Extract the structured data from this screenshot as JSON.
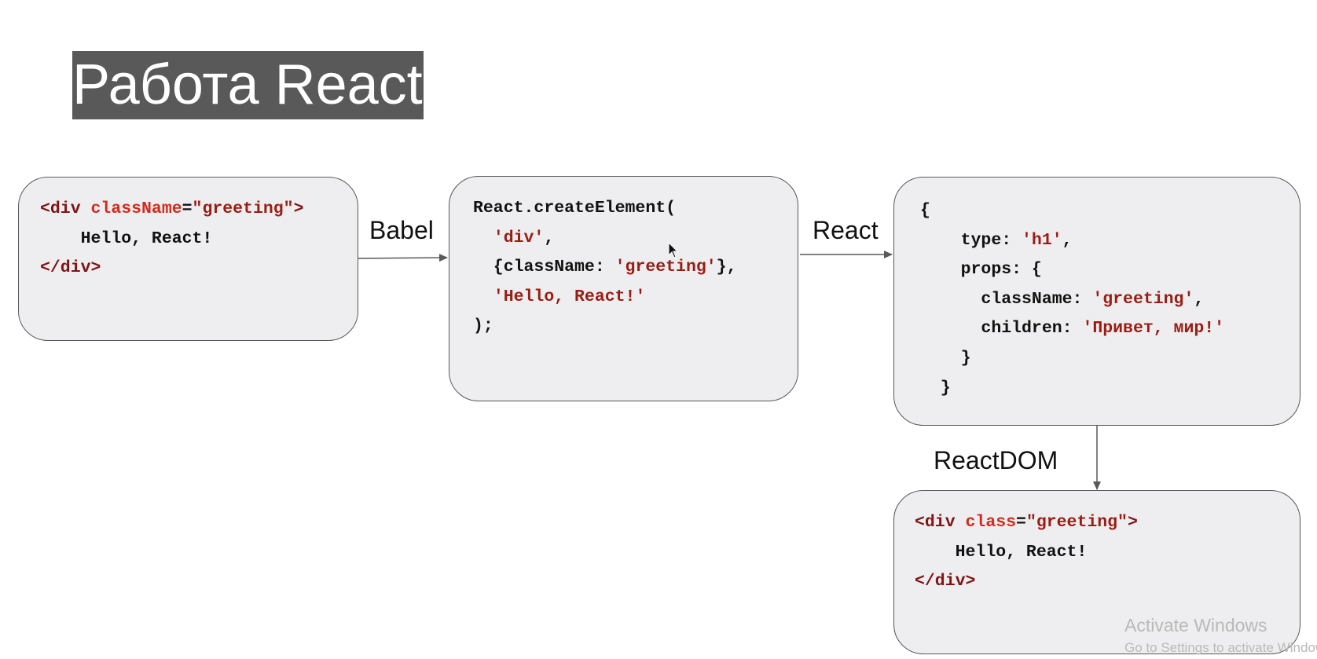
{
  "title": "Работа React",
  "labels": {
    "babel": "Babel",
    "react": "React",
    "react_dom": "ReactDOM"
  },
  "box_jsx": {
    "l1_open": "<div ",
    "l1_attr": "className",
    "l1_eq": "=",
    "l1_val": "\"greeting\"",
    "l1_close": ">",
    "l2": "    Hello, React!",
    "l3": "</div>"
  },
  "box_create": {
    "l1": "React.createElement(",
    "l2_indent": "  ",
    "l2_str": "'div'",
    "l2_rest": ",",
    "l3_pre": "  {className: ",
    "l3_str": "'greeting'",
    "l3_post": "},",
    "l4_indent": "  ",
    "l4_str": "'Hello, React!'",
    "l5": ");"
  },
  "box_object": {
    "l1": "{",
    "l2_pre": "    type: ",
    "l2_str": "'h1'",
    "l2_post": ",",
    "l3": "    props: {",
    "l4_pre": "      className: ",
    "l4_str": "'greeting'",
    "l4_post": ",",
    "l5_pre": "      children: ",
    "l5_str": "'Привет, мир!'",
    "l6": "    }",
    "l7": "  }"
  },
  "box_dom": {
    "l1_open": "<div ",
    "l1_attr": "class",
    "l1_eq": "=",
    "l1_val": "\"greeting\"",
    "l1_close": ">",
    "l2": "    Hello, React!",
    "l3": "</div>"
  },
  "watermark": {
    "line1": "Activate Windows",
    "line2": "Go to Settings to activate Windows."
  },
  "colors": {
    "title_bg": "#595959",
    "box_bg": "#eeeef0",
    "tag": "#7f1515",
    "attribute": "#d42a1e",
    "string": "#9b1c12"
  }
}
